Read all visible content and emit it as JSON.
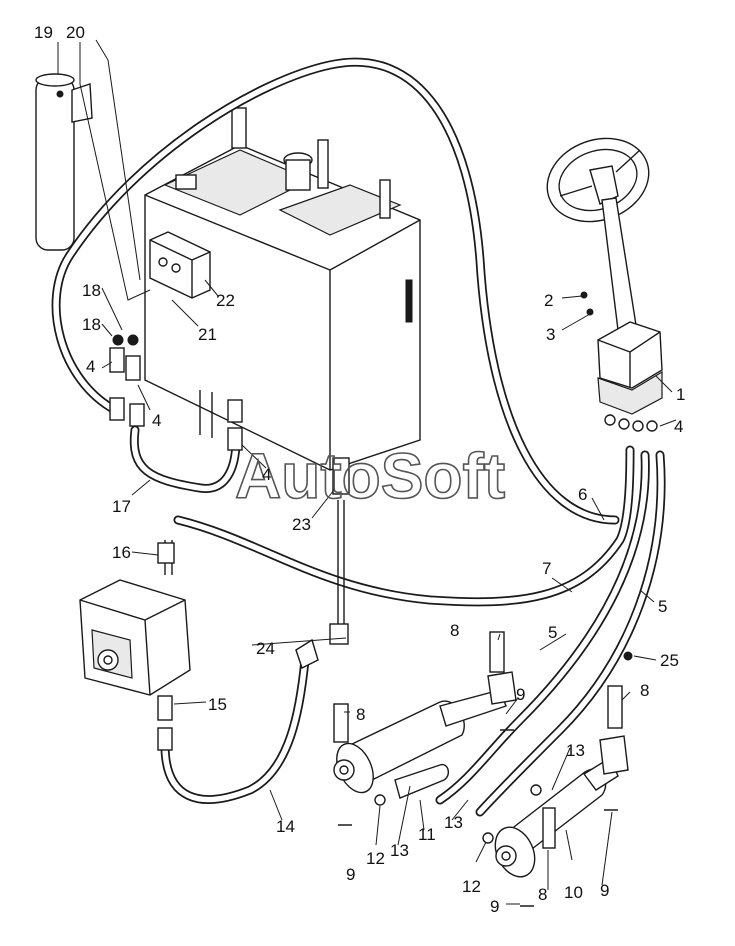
{
  "watermark": "AutoSoft",
  "callouts": [
    {
      "id": "c19",
      "text": "19"
    },
    {
      "id": "c20",
      "text": "20"
    },
    {
      "id": "c18a",
      "text": "18"
    },
    {
      "id": "c18b",
      "text": "18"
    },
    {
      "id": "c4a",
      "text": "4"
    },
    {
      "id": "c4b",
      "text": "4"
    },
    {
      "id": "c4c",
      "text": "4"
    },
    {
      "id": "c4d",
      "text": "4"
    },
    {
      "id": "c22",
      "text": "22"
    },
    {
      "id": "c21",
      "text": "21"
    },
    {
      "id": "c2",
      "text": "2"
    },
    {
      "id": "c3",
      "text": "3"
    },
    {
      "id": "c1",
      "text": "1"
    },
    {
      "id": "c6",
      "text": "6"
    },
    {
      "id": "c17",
      "text": "17"
    },
    {
      "id": "c23",
      "text": "23"
    },
    {
      "id": "c16",
      "text": "16"
    },
    {
      "id": "c7",
      "text": "7"
    },
    {
      "id": "c5a",
      "text": "5"
    },
    {
      "id": "c5b",
      "text": "5"
    },
    {
      "id": "c8a",
      "text": "8"
    },
    {
      "id": "c8b",
      "text": "8"
    },
    {
      "id": "c8c",
      "text": "8"
    },
    {
      "id": "c8d",
      "text": "8"
    },
    {
      "id": "c24",
      "text": "24"
    },
    {
      "id": "c25",
      "text": "25"
    },
    {
      "id": "c15",
      "text": "15"
    },
    {
      "id": "c9a",
      "text": "9"
    },
    {
      "id": "c9b",
      "text": "9"
    },
    {
      "id": "c9c",
      "text": "9"
    },
    {
      "id": "c9d",
      "text": "9"
    },
    {
      "id": "c13a",
      "text": "13"
    },
    {
      "id": "c13b",
      "text": "13"
    },
    {
      "id": "c13c",
      "text": "13"
    },
    {
      "id": "c11",
      "text": "11"
    },
    {
      "id": "c14",
      "text": "14"
    },
    {
      "id": "c12a",
      "text": "12"
    },
    {
      "id": "c12b",
      "text": "12"
    },
    {
      "id": "c10",
      "text": "10"
    }
  ]
}
